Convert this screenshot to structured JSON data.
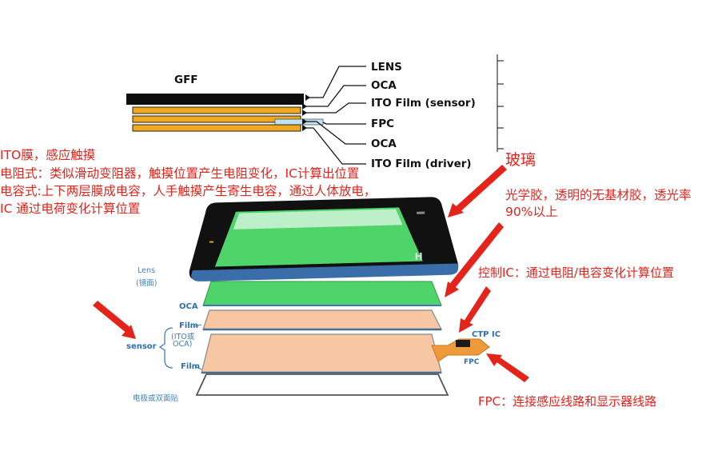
{
  "gff": {
    "title": "GFF",
    "layers": [
      "LENS",
      "OCA",
      "ITO Film (sensor)",
      "FPC",
      "OCA",
      "ITO Film (driver)"
    ]
  },
  "annotations": {
    "ito_title": "ITO膜，感应触摸",
    "resistive": "电阻式：类似滑动变阻器，触摸位置产生电阻变化，IC计算出位置",
    "capacitive": "电容式:上下两层膜成电容，人手触摸产生寄生电容，通过人体放电，",
    "ic_calc": "IC 通过电荷变化计算位置",
    "glass": "玻璃",
    "oca_line1": "光学胶，透明的无基材胶，透光率",
    "oca_line2": "90%以上",
    "control_ic": "控制IC：通过电阻/电容变化计算位置",
    "fpc": "FPC：连接感应线路和显示器线路"
  },
  "exploded": {
    "lens_line1": "Lens",
    "lens_line2": "(镜面)",
    "oca": "OCA",
    "sensor": "sensor",
    "film_top": "Film",
    "sensor_mid1": "(ITO或",
    "sensor_mid2": "OCA)",
    "film_bottom": "Film",
    "display_bond": "电极或双面贴",
    "ctp_ic": "CTP IC",
    "fpc_small": "FPC"
  },
  "colors": {
    "red": "#e4231b",
    "lens_black": "#0d0d0d",
    "film_orange": "#f2a81d",
    "fpc_cyan": "#bfe3f0",
    "screen_green": "#4fd46a",
    "sensor_peach": "#f7c7a4",
    "fpc_orange": "#ef9a3a"
  }
}
